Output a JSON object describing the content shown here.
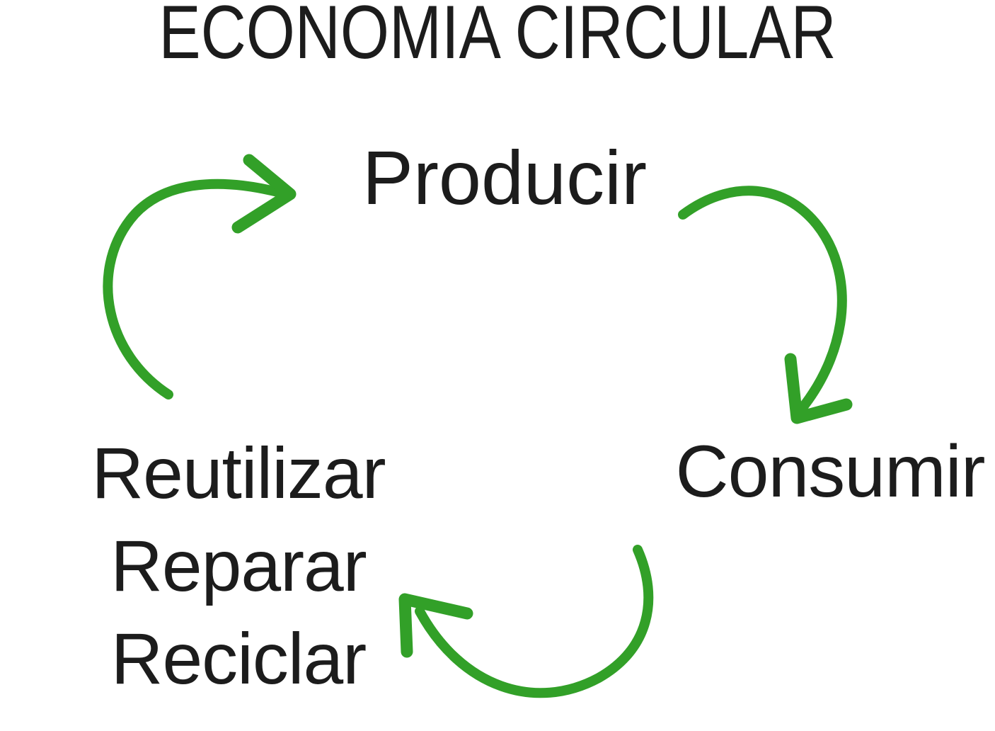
{
  "cycle": {
    "title": "ECONOMIA CIRCULAR",
    "steps": {
      "top": {
        "label": "Producir"
      },
      "right": {
        "label": "Consumir"
      },
      "left": {
        "lines": [
          "Reutilizar",
          "Reparar",
          "Reciclar"
        ]
      }
    },
    "arrows": [
      {
        "name": "reuse-to-produce",
        "from": "Reutilizar / Reparar / Reciclar",
        "to": "Producir",
        "direction": "up-right"
      },
      {
        "from": "Producir",
        "name": "produce-to-consume",
        "to": "Consumir",
        "direction": "down"
      },
      {
        "from": "Consumir",
        "name": "consume-to-reuse",
        "to": "Reutilizar / Reparar / Reciclar",
        "direction": "up-left"
      }
    ],
    "colors": {
      "arrow_green": "#32a028",
      "text": "#1c1c1c",
      "background": "#ffffff"
    }
  }
}
